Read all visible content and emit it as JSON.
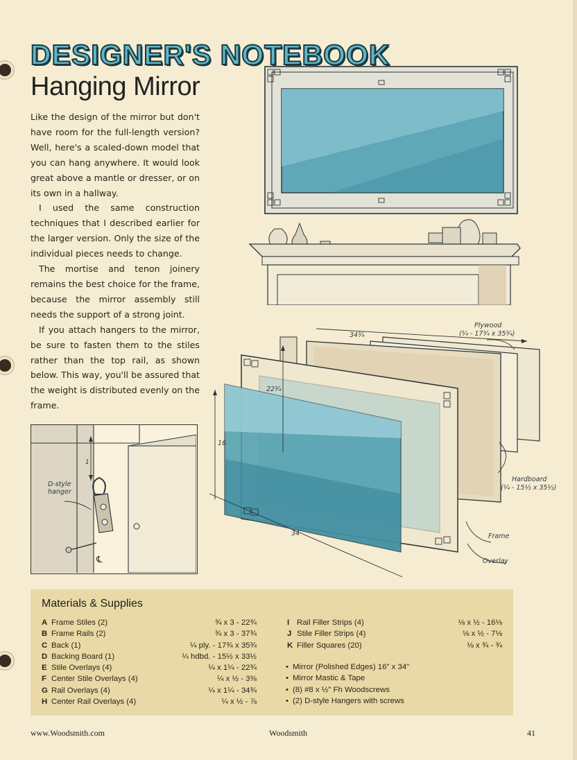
{
  "header": {
    "banner": "DESIGNER'S NOTEBOOK",
    "title": "Hanging Mirror"
  },
  "body": {
    "paragraphs": [
      "Like the design of the mirror but don't have room for the full-length version? Well, here's a scaled-down model that you can hang anywhere. It would look great above a mantle or dresser, or on its own in a hallway.",
      "I used the same construction techniques that I described earlier for the larger version. Only the size of the individual pieces needs to change.",
      "The mortise and tenon joinery remains the best choice for the frame, because the mirror assembly still needs the support of a strong joint.",
      "If you attach hangers to the mirror, be sure to fasten them to the stiles rather than the top rail, as shown below. This way, you'll be assured that the weight is distributed evenly on the frame."
    ]
  },
  "exploded_view": {
    "dims": {
      "width": "34",
      "height": "16",
      "stile": "22¾",
      "rail": "34¾"
    },
    "plywood_label": "Plywood",
    "plywood_dims": "(¼ - 17¾ x 35¾)",
    "hardboard_label": "Hardboard",
    "hardboard_dims": "(¼ - 15½ x 35½)",
    "frame_label": "Frame",
    "overlay_label": "Overlay"
  },
  "hanger_detail": {
    "label_line1": "D-style",
    "label_line2": "hanger",
    "dim": "1",
    "centerline": "℄"
  },
  "materials": {
    "title": "Materials & Supplies",
    "parts_left": [
      {
        "letter": "A",
        "name": "Frame Stiles (2)",
        "dim": "¾ x 3 - 22¾"
      },
      {
        "letter": "B",
        "name": "Frame Rails (2)",
        "dim": "¾ x 3 - 37¾"
      },
      {
        "letter": "C",
        "name": "Back (1)",
        "dim": "¼ ply. - 17¾ x 35¾"
      },
      {
        "letter": "D",
        "name": "Backing Board (1)",
        "dim": "¼ hdbd. - 15½ x 33½"
      },
      {
        "letter": "E",
        "name": "Stile Overlays (4)",
        "dim": "¼ x 1¼ - 22¾"
      },
      {
        "letter": "F",
        "name": "Center Stile Overlays (4)",
        "dim": "¼ x ½ - 3⅜"
      },
      {
        "letter": "G",
        "name": "Rail Overlays (4)",
        "dim": "¼ x 1¼ - 34¾"
      },
      {
        "letter": "H",
        "name": "Center Rail Overlays (4)",
        "dim": "¼ x ½ - ⅞"
      }
    ],
    "parts_right": [
      {
        "letter": "I",
        "name": "Rail Filler Strips (4)",
        "dim": "⅛ x ½ - 16⅛"
      },
      {
        "letter": "J",
        "name": "Stile Filler Strips (4)",
        "dim": "⅛ x ½ - 7⅛"
      },
      {
        "letter": "K",
        "name": "Filler Squares (20)",
        "dim": "⅛ x ¾ - ¾"
      }
    ],
    "supplies": [
      "Mirror (Polished Edges) 16\" x 34\"",
      "Mirror Mastic & Tape",
      "(8) #8 x ½\" Fh Woodscrews",
      "(2) D-style Hangers with screws"
    ]
  },
  "footer": {
    "url": "www.Woodsmith.com",
    "magazine": "Woodsmith",
    "page_number": "41"
  }
}
